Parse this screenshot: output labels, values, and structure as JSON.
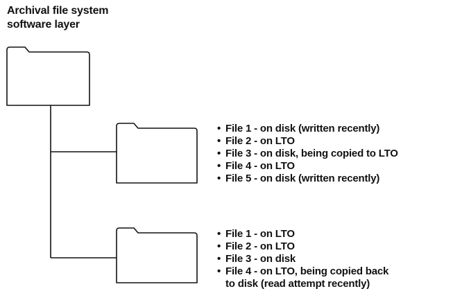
{
  "title": {
    "line1": "Archival file system",
    "line2": "software layer"
  },
  "folders": [
    {
      "files": [
        {
          "text": "File 1 - on disk (written recently)"
        },
        {
          "text": "File 2 - on LTO"
        },
        {
          "text": "File 3 - on disk, being copied to LTO"
        },
        {
          "text": "File 4 - on LTO"
        },
        {
          "text": "File 5 - on disk (written recently)"
        }
      ]
    },
    {
      "files": [
        {
          "text": "File 1 - on LTO"
        },
        {
          "text": "File 2 - on LTO"
        },
        {
          "text": "File 3 - on disk"
        },
        {
          "text": "File 4 - on LTO, being copied back",
          "continuation": "to disk (read attempt recently)"
        }
      ]
    }
  ]
}
